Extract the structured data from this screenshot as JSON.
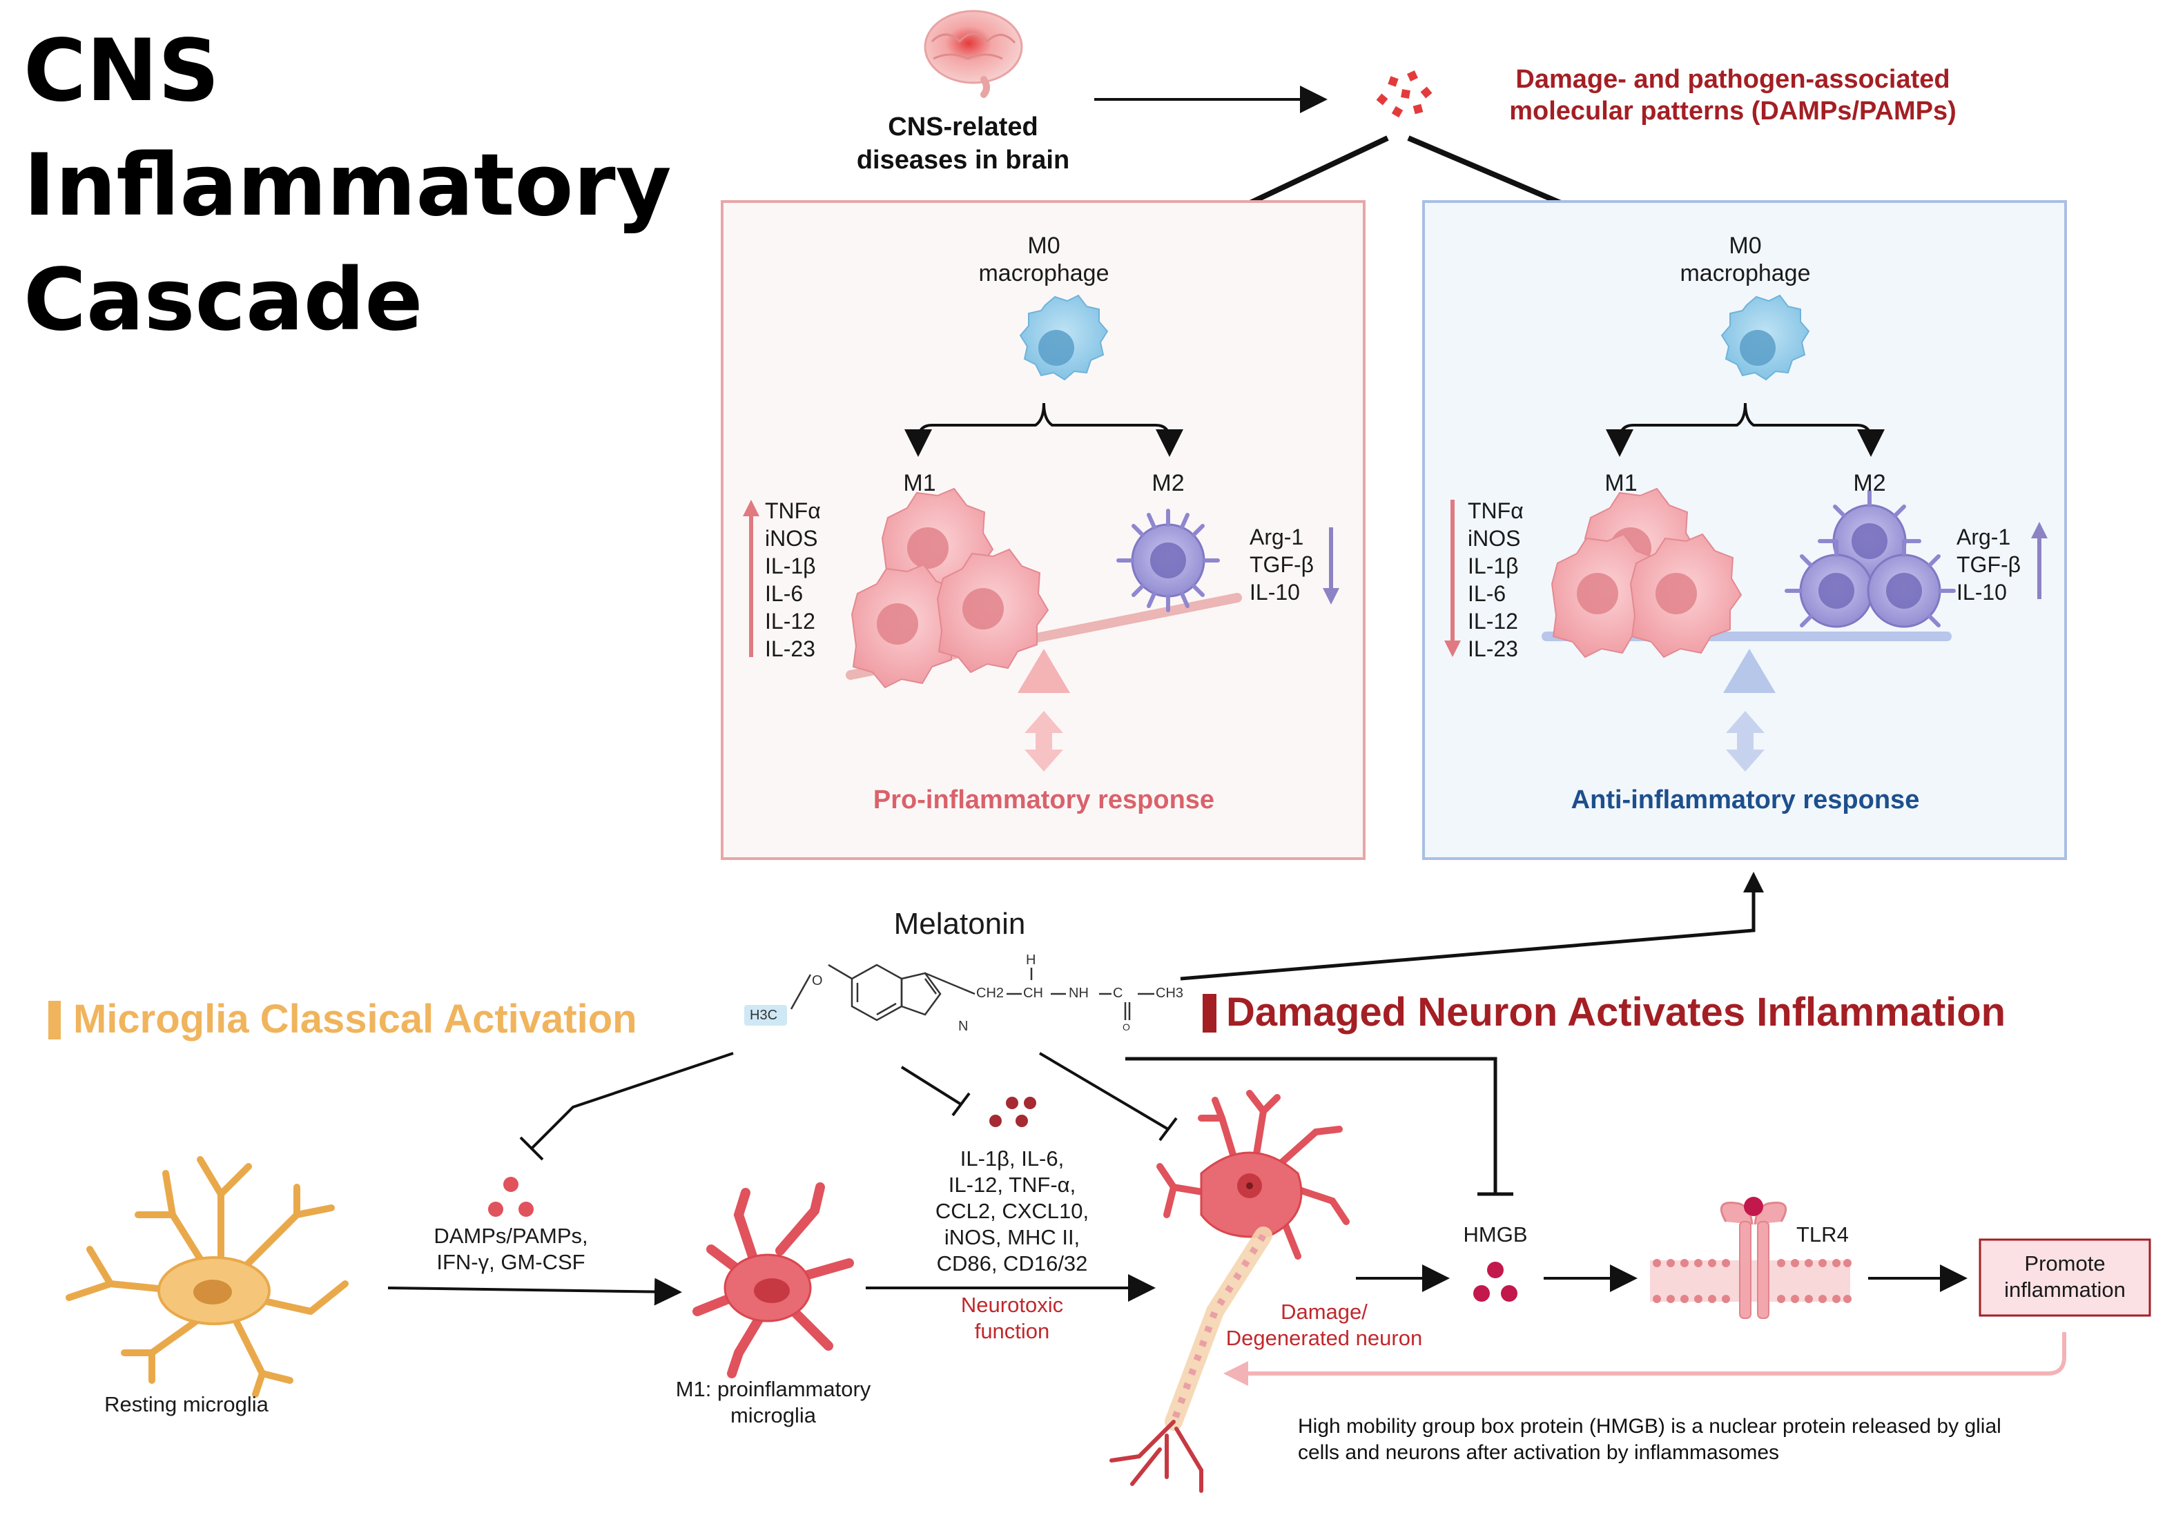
{
  "title_lines": [
    "CNS",
    "Inflammatory",
    "Cascade"
  ],
  "top": {
    "brain_label_lines": [
      "CNS-related",
      "diseases in brain"
    ],
    "damps_label_lines": [
      "Damage- and pathogen-associated",
      "molecular patterns (DAMPs/PAMPs)"
    ]
  },
  "pro_panel": {
    "m0_lines": [
      "M0",
      "macrophage"
    ],
    "m1": "M1",
    "m2": "M2",
    "m1_markers": [
      "TNFα",
      "iNOS",
      "IL-1β",
      "IL-6",
      "IL-12",
      "IL-23"
    ],
    "m2_markers": [
      "Arg-1",
      "TGF-β",
      "IL-10"
    ],
    "response": "Pro-inflammatory response"
  },
  "anti_panel": {
    "m0_lines": [
      "M0",
      "macrophage"
    ],
    "m1": "M1",
    "m2": "M2",
    "m1_markers": [
      "TNFα",
      "iNOS",
      "IL-1β",
      "IL-6",
      "IL-12",
      "IL-23"
    ],
    "m2_markers": [
      "Arg-1",
      "TGF-β",
      "IL-10"
    ],
    "response": "Anti-inflammatory response"
  },
  "melatonin": {
    "label": "Melatonin",
    "atoms": {
      "o": "O",
      "h3c": "H3C",
      "n": "N",
      "h": "H",
      "ch2": "CH2",
      "ch": "CH",
      "nh": "NH",
      "c": "C",
      "ch3": "CH3",
      "o2": "O"
    }
  },
  "sections": {
    "microglia": "Microglia Classical Activation",
    "neuron": "Damaged Neuron Activates Inflammation"
  },
  "bottom": {
    "resting": "Resting microglia",
    "stimuli_lines": [
      "DAMPs/PAMPs,",
      "IFN-γ, GM-CSF"
    ],
    "m1_micro_lines": [
      "M1: proinflammatory",
      "microglia"
    ],
    "cytokines_lines": [
      "IL-1β, IL-6,",
      "IL-12, TNF-α,",
      "CCL2, CXCL10,",
      "iNOS, MHC II,",
      "CD86, CD16/32"
    ],
    "neurotoxic_lines": [
      "Neurotoxic",
      "function"
    ],
    "damage_lines": [
      "Damage/",
      "Degenerated neuron"
    ],
    "hmgb": "HMGB",
    "tlr4": "TLR4",
    "promote_lines": [
      "Promote",
      "inflammation"
    ],
    "note_lines": [
      "High mobility group box protein (HMGB) is a nuclear protein released by glial",
      "cells and neurons after activation by inflammasomes"
    ]
  },
  "colors": {
    "pro_border": "#e8a6a6",
    "pro_bg": "#fcf7f7",
    "pro_text": "#d9626a",
    "anti_border": "#a9bfe3",
    "anti_bg": "#f2f7fc",
    "anti_text": "#1d4f8c",
    "m1_cell": "#f2a8ad",
    "m2_cell": "#9a94d6",
    "m0_cell": "#8cc7e6",
    "microglia_orange": "#f0b45c",
    "neuron_red": "#e0525c",
    "dark_red": "#a31f24"
  }
}
